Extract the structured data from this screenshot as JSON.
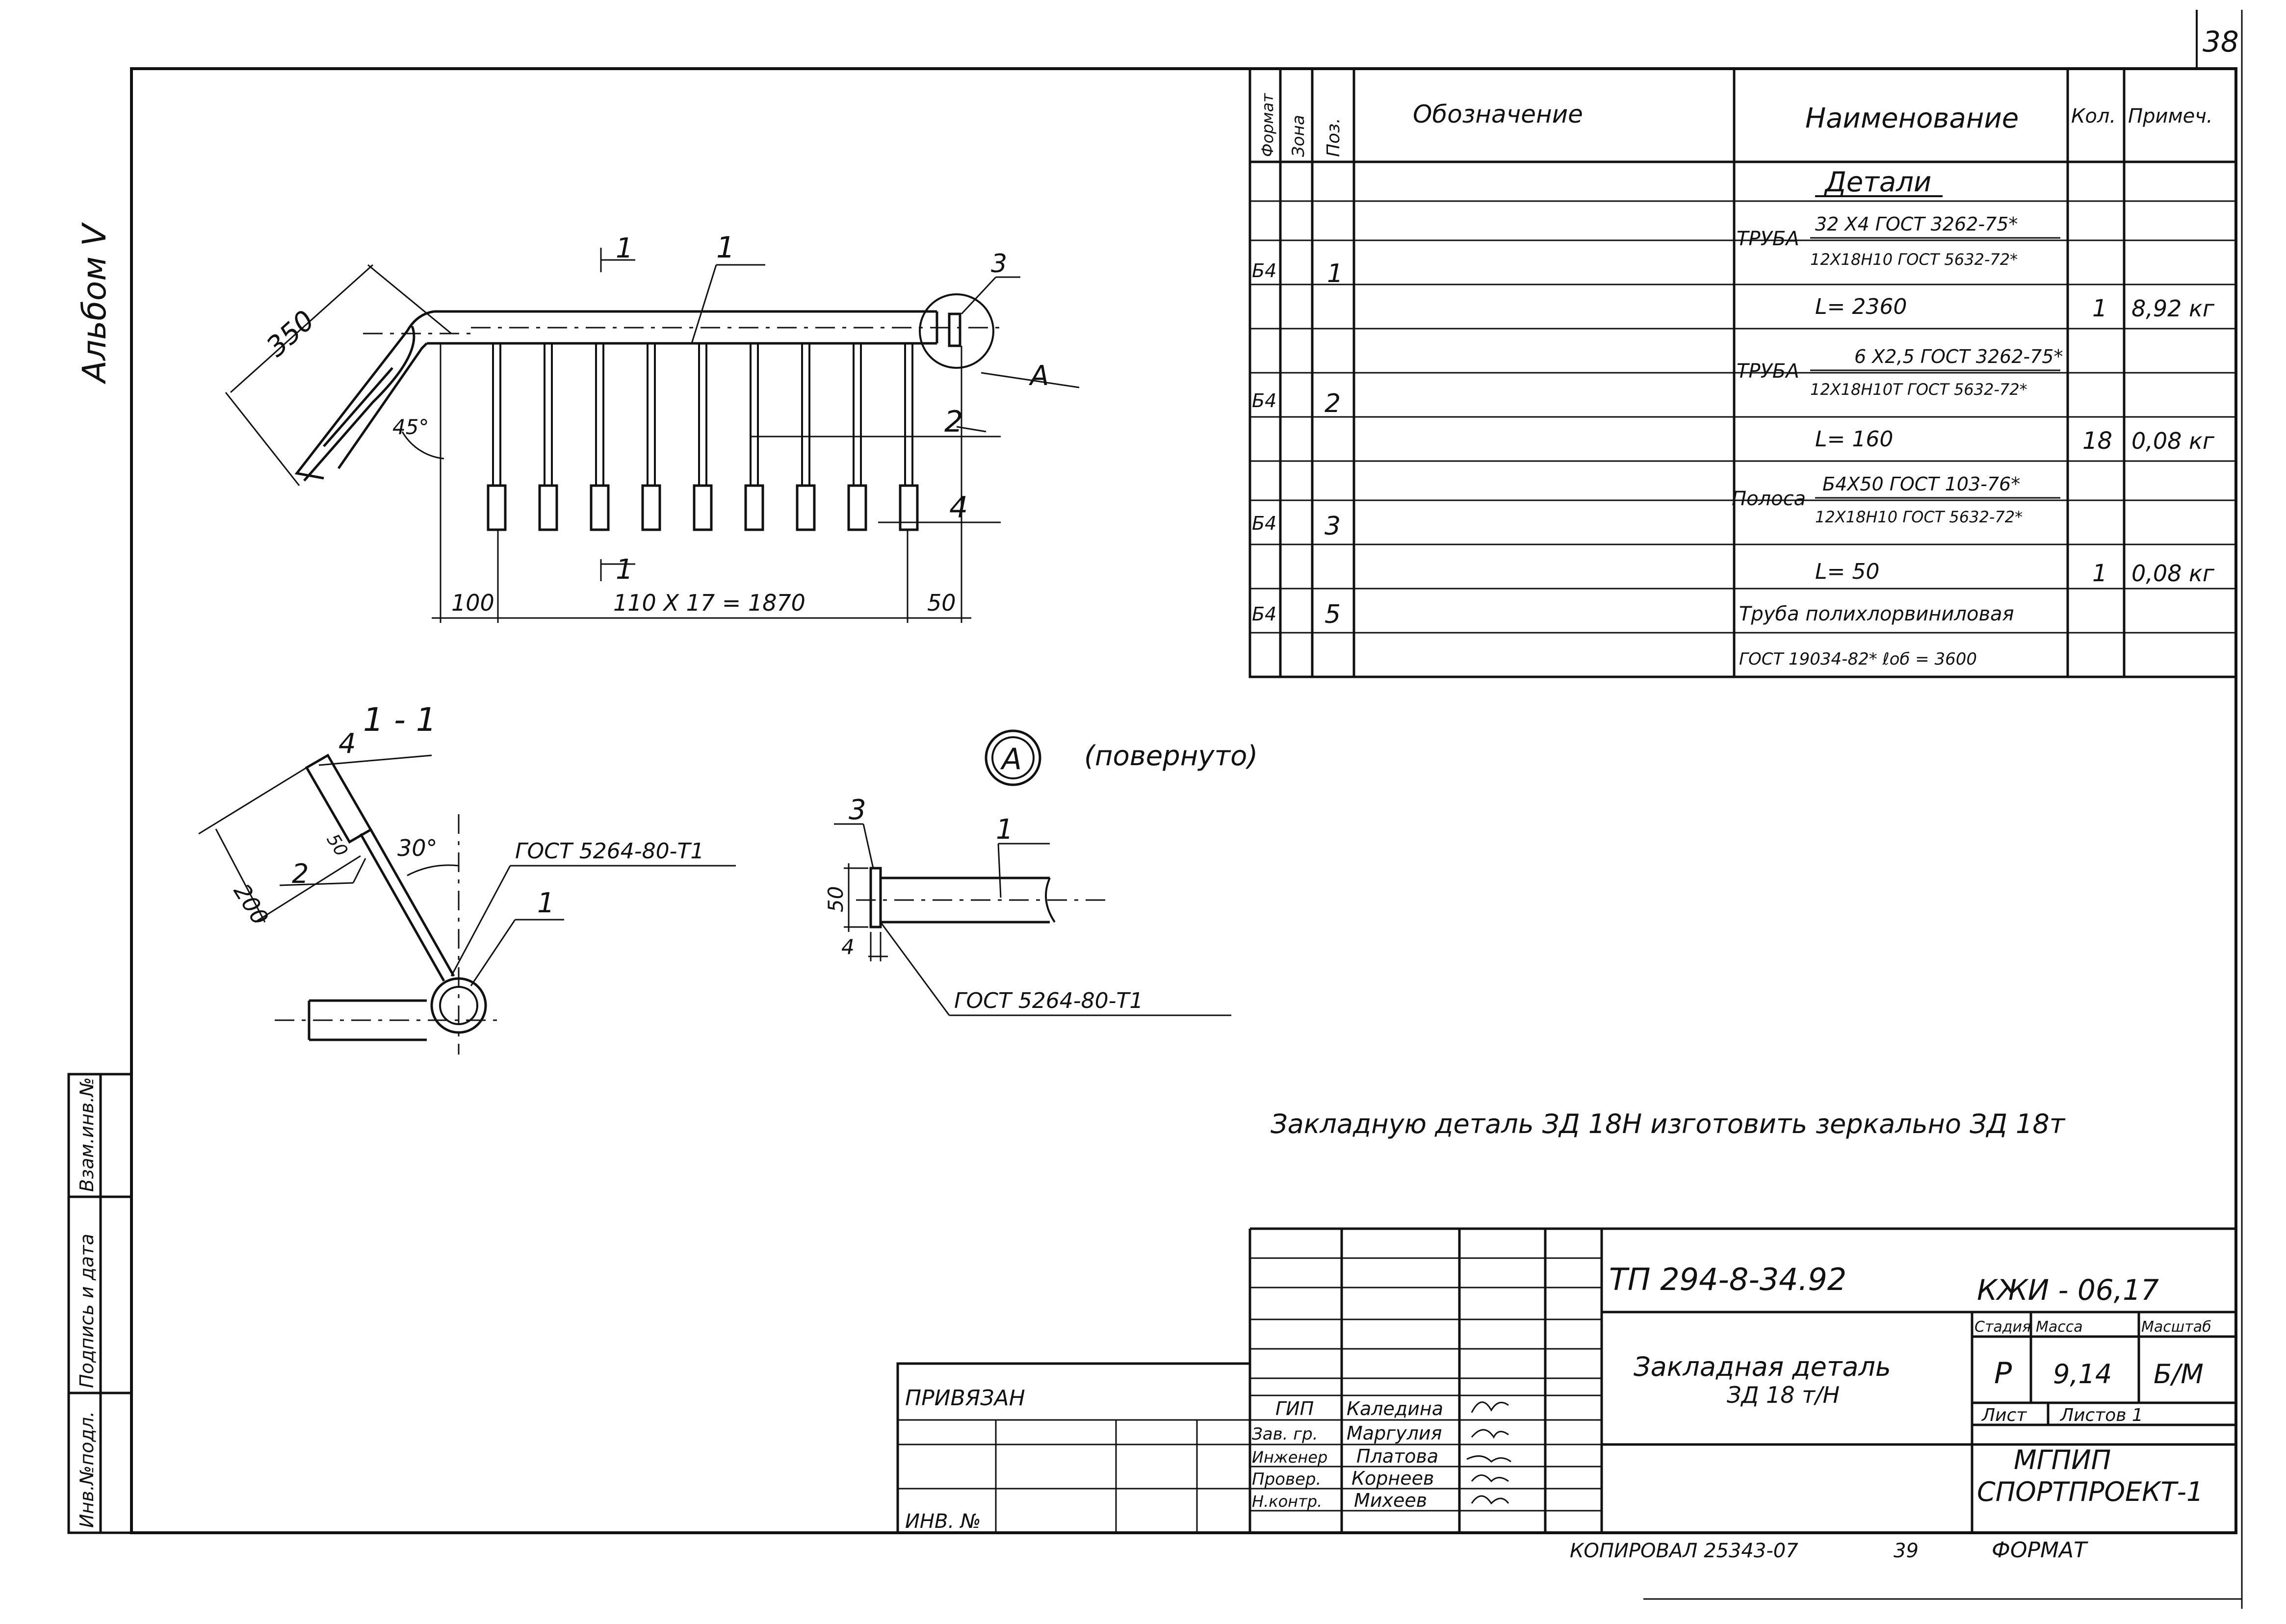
{
  "sheet": {
    "page_number": "38",
    "album": "Альбом V",
    "copied": "КОПИРОВАЛ 25343-07",
    "copy_page": "39",
    "format": "ФОРМАТ",
    "inv_subst": "Взам.инв.№",
    "signature_date": "Подпись и дата",
    "inv_orig": "Инв.№подл."
  },
  "spec": {
    "headers": [
      "Формат",
      "Зона",
      "Поз.",
      "Обозначение",
      "Наименование",
      "Кол.",
      "Примеч."
    ],
    "section": "Детали",
    "rows": [
      {
        "fmt": "Б4",
        "pos": "1",
        "name": "ТРУБА",
        "frac_top": "32  Х4 ГОСТ 3262-75*",
        "frac_bot": "12Х18Н10 ГОСТ 5632-72*",
        "len": "L= 2360",
        "qty": "1",
        "note": "8,92 кг"
      },
      {
        "fmt": "Б4",
        "pos": "2",
        "name": "ТРУБА",
        "frac_top": "6 Х2,5 ГОСТ 3262-75*",
        "frac_bot": "12Х18Н10Т ГОСТ 5632-72*",
        "len": "L= 160",
        "qty": "18",
        "note": "0,08 кг"
      },
      {
        "fmt": "Б4",
        "pos": "3",
        "name": "Полоса",
        "frac_top": "Б4Х50 ГОСТ 103-76*",
        "frac_bot": "12Х18Н10 ГОСТ 5632-72*",
        "len": "L= 50",
        "qty": "1",
        "note": "0,08 кг"
      },
      {
        "fmt": "Б4",
        "pos": "5",
        "name": "Труба полихлорвиниловая",
        "frac_top": "",
        "frac_bot": "",
        "len": "ГОСТ 19034-82*  ℓоб = 3600",
        "qty": "",
        "note": ""
      }
    ]
  },
  "drawing": {
    "section_mark": "1",
    "leader_1": "1",
    "leader_2": "2",
    "leader_3": "3",
    "leader_4": "4",
    "view_a": "A",
    "dim_350": "350",
    "angle_45": "45°",
    "dim_100": "100",
    "dim_pitch": "110 Х 17 = 1870",
    "dim_50": "50",
    "section_title": "1 - 1",
    "s_4": "4",
    "s_2": "2",
    "s_1": "1",
    "s_200": "200",
    "s_50": "50",
    "s_30": "30°",
    "s_gost": "ГОСТ 5264-80-Т1",
    "a_circle": "А",
    "a_caption": "(повернуто)",
    "a_3": "3",
    "a_1": "1",
    "a_50": "50",
    "a_4": "4",
    "a_gost": "ГОСТ 5264-80-Т1"
  },
  "note": "Закладную деталь ЗД 18Н  изготовить   зеркально ЗД 18т",
  "title_block": {
    "designation": "ТП 294-8-34.92",
    "code": "КЖИ - 06,17",
    "object": "Закладная деталь",
    "object_sub": "ЗД 18 т/Н",
    "stage_h": "Стадия",
    "mass_h": "Масса",
    "scale_h": "Масштаб",
    "stage": "Р",
    "mass": "9,14",
    "scale": "Б/М",
    "sheet_h": "Лист",
    "sheets_h": "Листов 1",
    "org1": "МГПИП",
    "org2": "СПОРТПРОЕКТ-1",
    "privyazan": "ПРИВЯЗАН",
    "inv_no": "ИНВ. №",
    "roles": [
      "ГИП",
      "Зав. гр.",
      "Инженер",
      "Провер.",
      "Н.контр."
    ],
    "names": [
      "Каледина",
      "Маргулия",
      "Платова",
      "Корнеев",
      "Михеев"
    ]
  }
}
